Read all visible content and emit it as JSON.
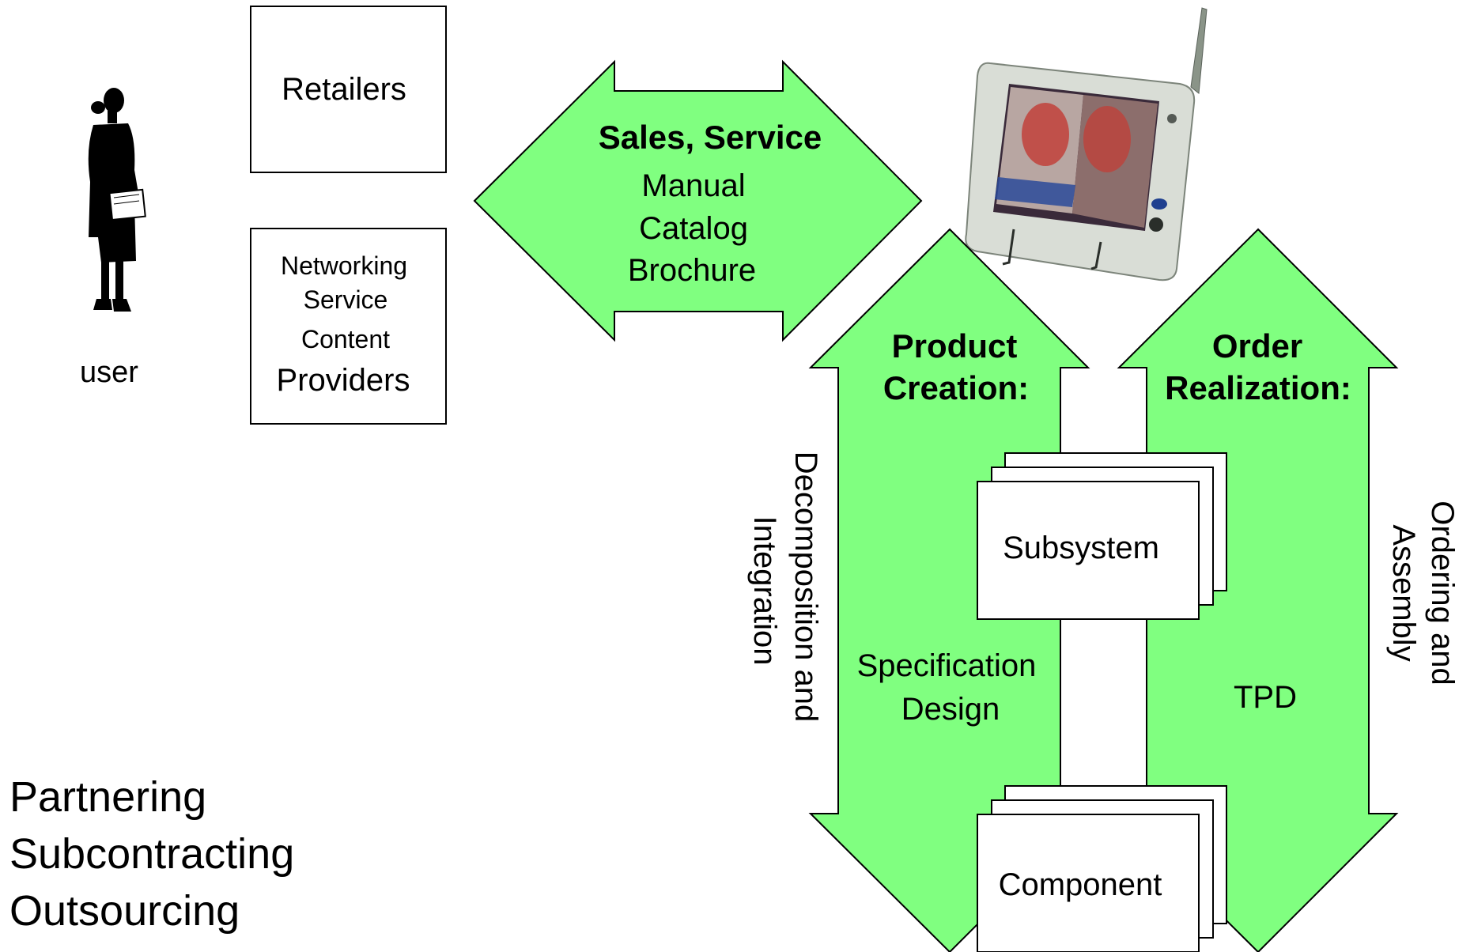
{
  "user": {
    "label": "user"
  },
  "retailers": {
    "label": "Retailers"
  },
  "providers": {
    "line1": "Networking",
    "line2": "Service",
    "line3": "Content",
    "line4": "Providers"
  },
  "sales": {
    "title": "Sales, Service",
    "line1": "Manual",
    "line2": "Catalog",
    "line3": "Brochure"
  },
  "product_creation": {
    "title1": "Product",
    "title2": "Creation:",
    "side1": "Decomposition and",
    "side2": "Integration",
    "body1": "Specification",
    "body2": "Design"
  },
  "order_realization": {
    "title1": "Order",
    "title2": "Realization:",
    "side1": "Ordering and",
    "side2": "Assembly",
    "body": "TPD"
  },
  "subsystem": {
    "label": "Subsystem"
  },
  "component": {
    "label": "Component"
  },
  "relations": {
    "line1": "Partnering",
    "line2": "Subcontracting",
    "line3": "Outsourcing"
  },
  "colors": {
    "arrow_fill": "#80ff80",
    "stroke": "#000000",
    "box_fill": "#ffffff"
  },
  "icons": {
    "person": "woman-silhouette-icon",
    "device": "tablet-screen-pad-icon"
  }
}
